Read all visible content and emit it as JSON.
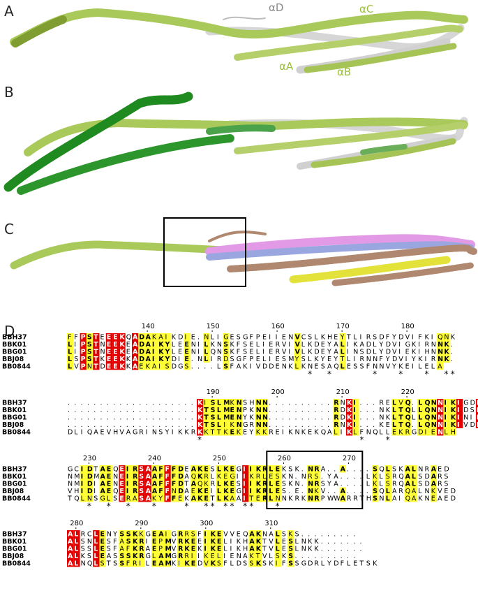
{
  "panels": {
    "A": {
      "letter": "A",
      "labels": {
        "aD": "αD",
        "aC": "αC",
        "aA": "αA",
        "aB": "αB"
      }
    },
    "B": {
      "letter": "B"
    },
    "C": {
      "letter": "C"
    },
    "D": {
      "letter": "D"
    }
  },
  "colors": {
    "lime": "#a7c94e",
    "dark_green": "#1f8a1f",
    "grey": "#cfcfcf",
    "label_grey": "#8a8a8a",
    "label_green": "#9cbf3a",
    "pink": "#e39ae6",
    "blue": "#9aa6e0",
    "tan": "#b08870",
    "yellow": "#e2e23a",
    "red": "#e00000",
    "strict_yellow": "#ffff33"
  },
  "alignment": {
    "names": [
      "BBH37",
      "BBK01",
      "BBG01",
      "BBJ08",
      "BB0844"
    ],
    "blocks": [
      {
        "numbers": [
          {
            "label": "140",
            "col": 12
          },
          {
            "label": "150",
            "col": 22
          },
          {
            "label": "160",
            "col": 32
          },
          {
            "label": "170",
            "col": 42
          },
          {
            "label": "180",
            "col": 52
          }
        ],
        "seqs": [
          "FFPSTEEEKQADAKAIKDIE.NLIGESGFPEIIENVCSLKHEYTLIRSDFYDVIFKIQNK.",
          "LIPSTNEEKEADAIKYLEENILKNSKFSELIERVIVLKDEYALIKADLYDVIGKIRNNK.",
          "LIPSTNEEKEADAIKYLEENILQNSKFSELIERVIVLKDEYALINSDLYDVIEKIHNNK.",
          "LSPSTKEEKKADAIKYDIE.NLIRDSGFPELIESMYSLKYEYTLIRNNFYDVIYKIRNK.",
          "LVPNTDEEKKAEKAISDGS....LSFAKIVDDENKLKNESAQLESSFNNVYKEILELA"
        ],
        "stars": [
          [
            37,
            40,
            47,
            51,
            55,
            58,
            59
          ]
        ]
      },
      {
        "numbers": [
          {
            "label": "190",
            "col": 22
          },
          {
            "label": "200",
            "col": 32
          },
          {
            "label": "210",
            "col": 42
          },
          {
            "label": "220",
            "col": 52
          }
        ],
        "seqs": [
          "....................KISLMKNSHNN..........RNKI...RELVQ.LQNNIKIGDELEKIM",
          "....................KTSLMENPKNN..........RDKI...NKLTQLLQNNIKIDSELEQLI",
          "....................KTSLMENYKNN..........RDKI...NKLTQLLQNNIKINIELEQLI",
          "....................KTSLIKNGRNN..........RNKI...KELTQ.LQNNIKIVDELEDIM",
          "DLIQAEVHVAGRINSYIKKRKKTTKEKEYKKREIKNKEKQALIKLFNQLLEKRGDIENLH"
        ],
        "stars": [
          [
            20,
            45,
            49
          ]
        ]
      },
      {
        "numbers": [
          {
            "label": "230",
            "col": 3
          },
          {
            "label": "240",
            "col": 13
          },
          {
            "label": "250",
            "col": 23
          },
          {
            "label": "260",
            "col": 33
          },
          {
            "label": "270",
            "col": 43
          }
        ],
        "seqs": [
          "GCIDTAEQEIRSAAFFFDEAKESLKEGIIKRLEKSK.NRA..A....SQLSKALNRAED",
          "NMIDMAENEIRSAAFFFDAQKRLKEGIIKRLESKN.NRS.YA....LKLSRQALSDARS",
          "NMIDIAENEIRSAAFFFDTAQKRLKESIIKRLESKN.NRSYA....LKLSRQALSDARS",
          "VHIDIAEQEIRSAAFFNDAEKEILKEGIIKRLES.E.NKV..A....SQLARQALNKVED",
          "TQLNSGLSERASAKYFFEKAKETLKAAITERLNNKRKNRPWWARRTHSNLAIQAKNEAED"
        ],
        "stars": [
          [
            3,
            6,
            9,
            13,
            18,
            21,
            22,
            24,
            25,
            27,
            28,
            32
          ]
        ]
      },
      {
        "numbers": [
          {
            "label": "280",
            "col": 1
          },
          {
            "label": "290",
            "col": 11
          },
          {
            "label": "300",
            "col": 21
          },
          {
            "label": "310",
            "col": 31
          }
        ],
        "seqs": [
          "ALRCLENYSSKKGEAIGRRSFIKEVVEQAKNALSKS.........",
          "ALSNLESFASKRIEPMVRKEEIKELIKHAKTVLESLNKK.......",
          "ALSSLESFAFKRAEPMVRKEKIKELIKHAKTVLESLNKK.......",
          "ALKSLEASSSKRGLAMGRRIIKELIENAKTVLSKS..........",
          "ALNQLSTSSFRILEAMKIKEDVKSFLDSSKSKIFSSGDRLYDFLETSK"
        ],
        "stars": []
      }
    ]
  }
}
